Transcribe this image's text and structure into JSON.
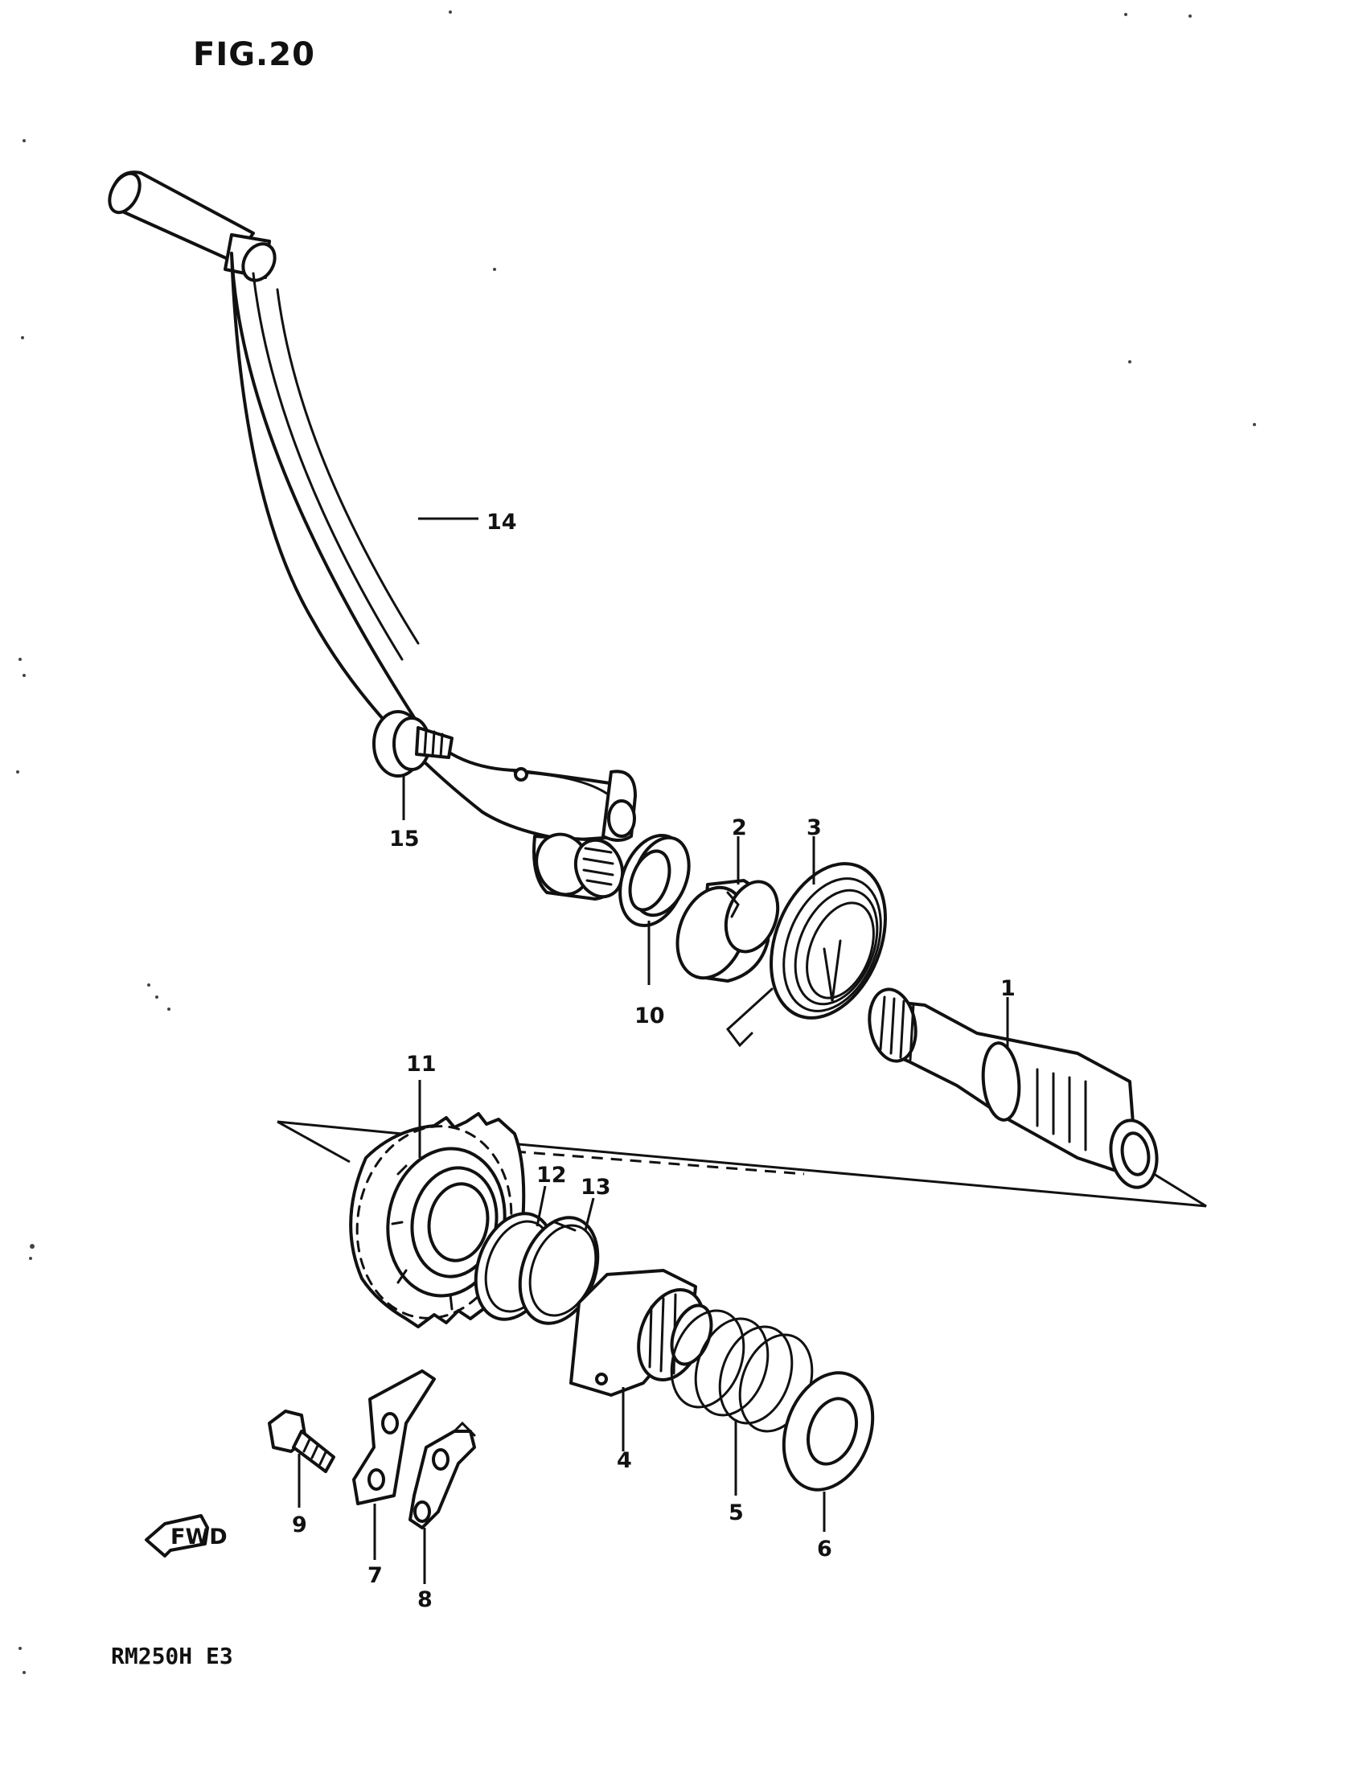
{
  "figure": {
    "title": "FIG.20"
  },
  "model": {
    "code": "RM250H E3"
  },
  "direction_badge": {
    "label": "FWD"
  },
  "callouts": {
    "c1": "1",
    "c2": "2",
    "c3": "3",
    "c4": "4",
    "c5": "5",
    "c6": "6",
    "c7": "7",
    "c8": "8",
    "c9": "9",
    "c10": "10",
    "c11": "11",
    "c12": "12",
    "c13": "13",
    "c14": "14",
    "c15": "15"
  },
  "icons": [
    "kick-lever-icon",
    "bolt-icon",
    "gear-icon",
    "spring-icon",
    "washer-icon",
    "shaft-icon",
    "arrow-fwd-icon"
  ]
}
